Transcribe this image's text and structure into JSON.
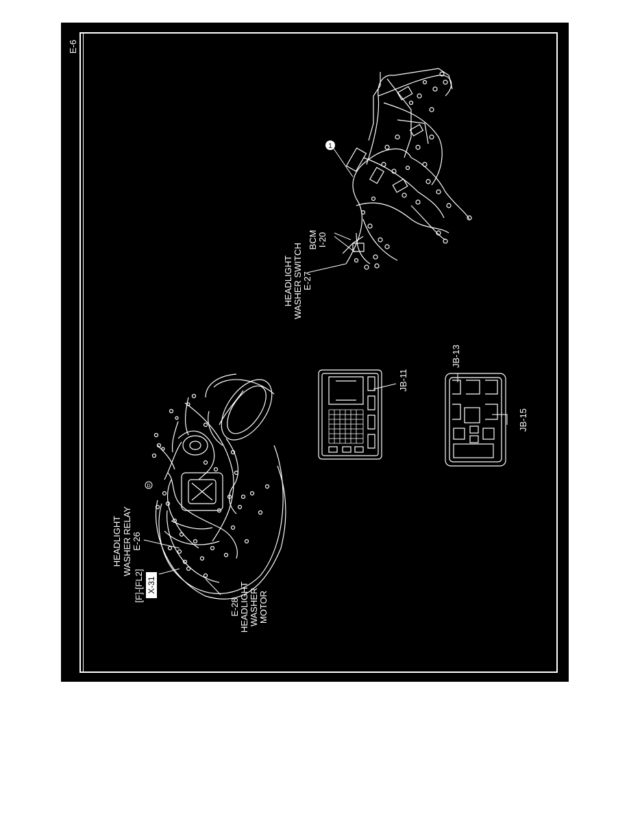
{
  "page": {
    "page_id": "E-6"
  },
  "labels": {
    "relay_line1": "HEADLIGHT",
    "relay_line2": "WASHER RELAY",
    "relay_conn": "E-26",
    "fuse_ref": "[F]-[FL2]",
    "x_ref": "X-31",
    "motor_conn": "E-28",
    "motor_line1": "HEADLIGHT",
    "motor_line2": "WASHER",
    "motor_line3": "MOTOR",
    "switch_line1": "HEADLIGHT",
    "switch_line2": "WASHER SWITCH",
    "switch_conn": "E-27",
    "bcm_line1": "BCM",
    "bcm_line2": "I-20",
    "jb11": "JB-11",
    "jb13": "JB-13",
    "jb15": "JB-15",
    "marker_1": "1",
    "marker_d": "D"
  }
}
